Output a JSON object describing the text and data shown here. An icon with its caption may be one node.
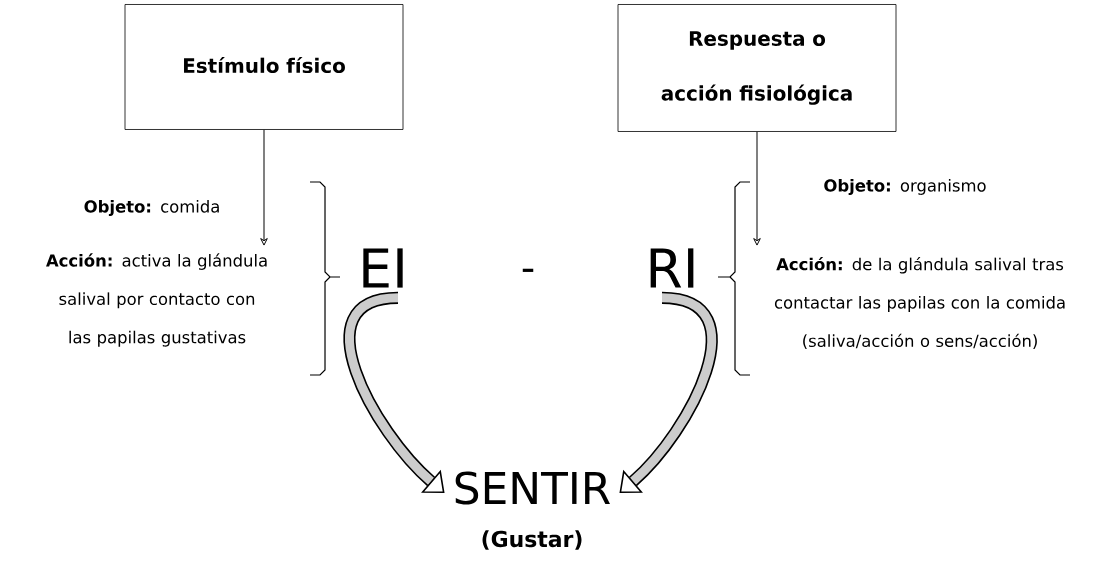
{
  "diagram": {
    "nodes": [
      {
        "text": [
          "Estímulo físico"
        ]
      },
      {
        "text": [
          "Respuesta o acción fisiológica"
        ]
      },
      {
        "text": [
          "EI"
        ]
      },
      {
        "text": [
          "RI"
        ]
      },
      {
        "text": [
          "SENTIR"
        ],
        "beside": [
          "(Gustar)"
        ]
      }
    ],
    "edges": [
      {
        "from": 0,
        "to": 2,
        "arrow": "to"
      },
      {
        "from": 1,
        "to": 3,
        "arrow": "to"
      },
      {
        "from": 2,
        "to": 4,
        "arrow": "to",
        "style": "thick"
      },
      {
        "from": 3,
        "to": 4,
        "arrow": "to",
        "style": "thick"
      }
    ],
    "labels": [
      "**Objeto:** comida",
      "**Acción:** activa la glándula salival por contacto con las papilas gustativas",
      "-",
      "**Objeto:** organismo",
      "**Acción:** de la glándula salival tras contactar las papilas con la comida (saliva/acción o sens/acción)"
    ]
  }
}
